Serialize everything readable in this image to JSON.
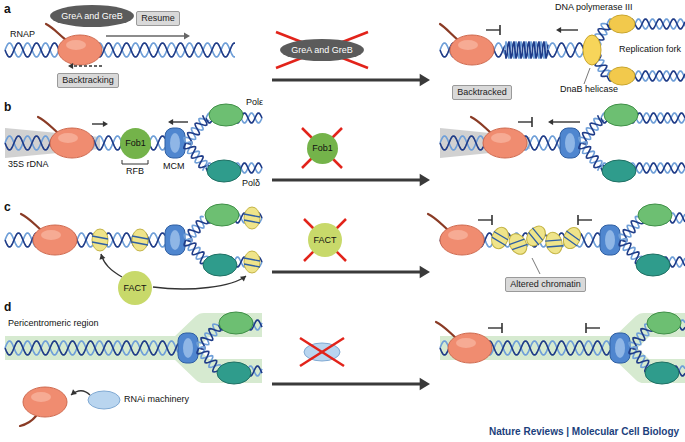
{
  "diagram": {
    "nodes": [
      {
        "text": [
          "GreA and GreB"
        ]
      },
      {
        "text": [
          "Resume"
        ]
      },
      {
        "text": [
          "Backtracking"
        ]
      },
      {
        "text": [
          "GreA and GreB"
        ]
      },
      {
        "text": [
          "Backtracked"
        ]
      },
      {
        "text": [
          "Fob1"
        ]
      },
      {
        "text": [
          "Fob1"
        ]
      },
      {
        "text": [
          "FACT"
        ]
      },
      {
        "text": [
          "FACT"
        ]
      },
      {
        "text": [
          "Altered chromatin"
        ]
      }
    ],
    "labels": [
      "a",
      "RNAP",
      "DNA polymerase III",
      "Replication fork",
      "DnaB helicase",
      "b",
      "35S rDNA",
      "RFB",
      "MCM",
      "Polε",
      "Polδ",
      "c",
      "d",
      "Pericentromeric region",
      "RNAi machinery",
      "Nature Reviews | Molecular Cell Biology"
    ]
  }
}
